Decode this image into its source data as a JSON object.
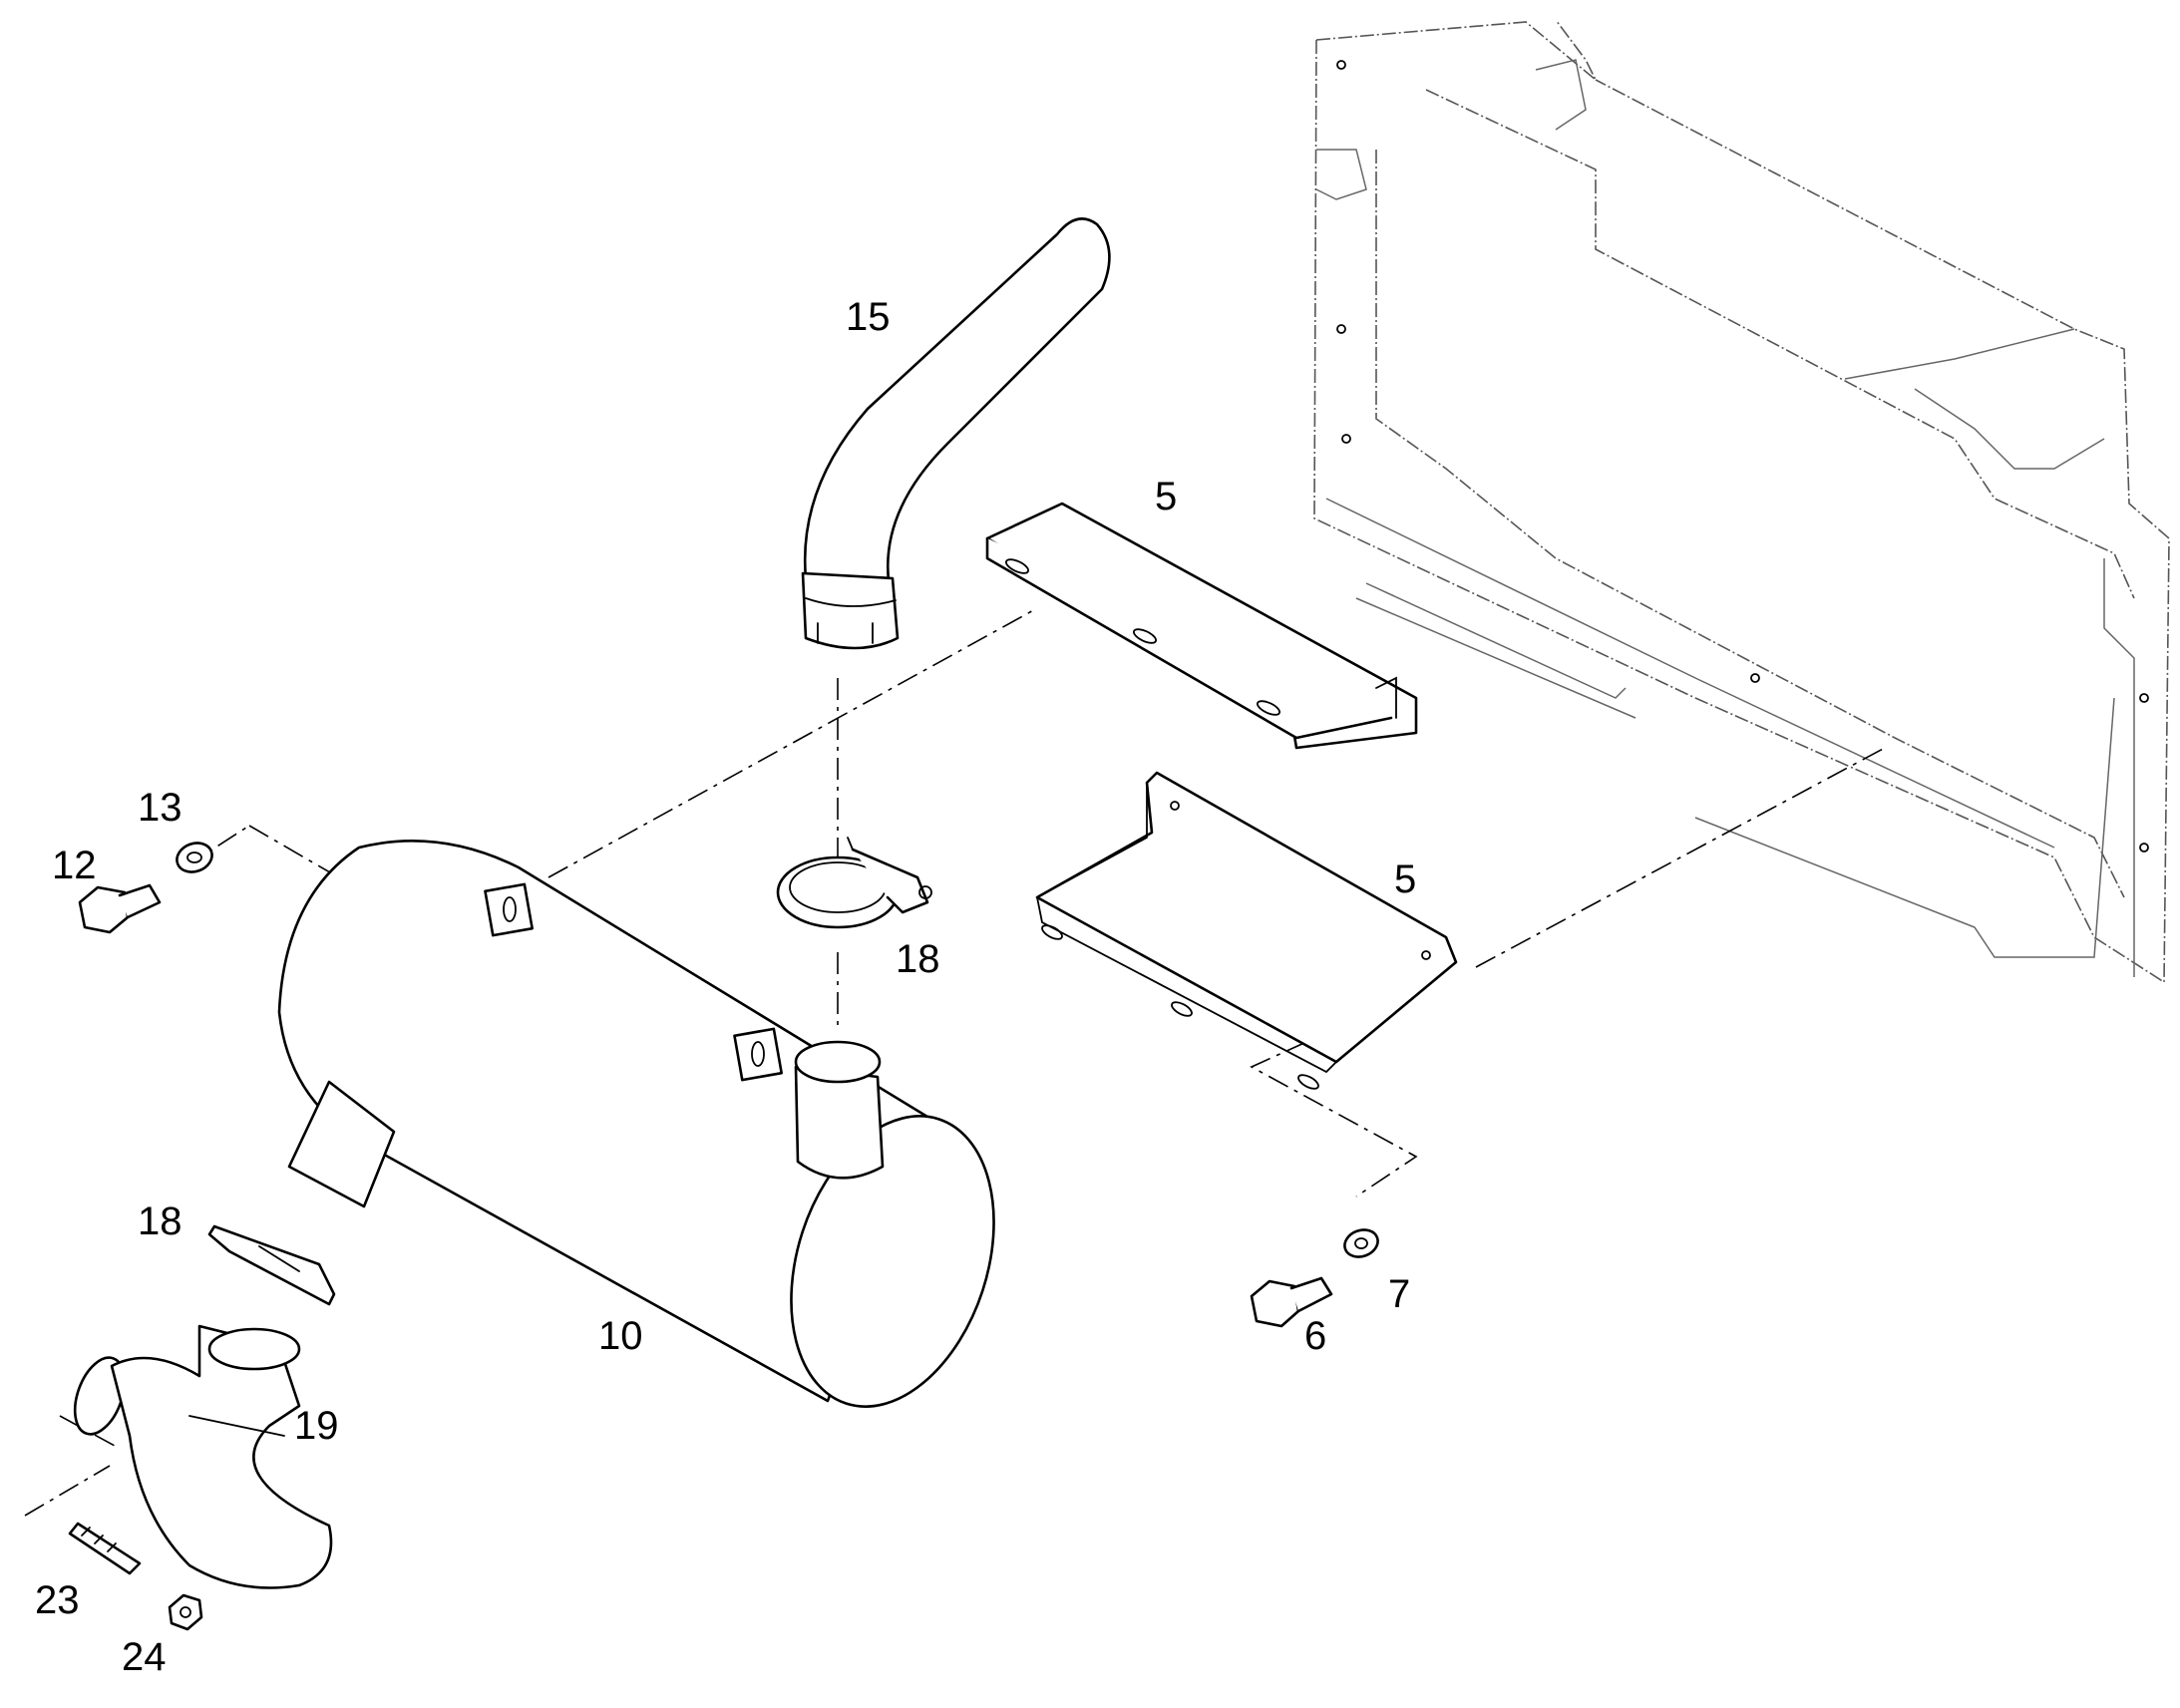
{
  "diagram": {
    "parts": [
      {
        "id": "frame",
        "name": "machine frame"
      },
      {
        "id": "p5a",
        "callout": "5"
      },
      {
        "id": "p5b",
        "callout": "5"
      },
      {
        "id": "p6",
        "callout": "6"
      },
      {
        "id": "p7",
        "callout": "7"
      },
      {
        "id": "p10",
        "callout": "10"
      },
      {
        "id": "p12",
        "callout": "12"
      },
      {
        "id": "p13",
        "callout": "13"
      },
      {
        "id": "p15",
        "callout": "15"
      },
      {
        "id": "p18a",
        "callout": "18"
      },
      {
        "id": "p18b",
        "callout": "18"
      },
      {
        "id": "p19",
        "callout": "19"
      },
      {
        "id": "p23",
        "callout": "23"
      },
      {
        "id": "p24",
        "callout": "24"
      }
    ]
  },
  "colors": {
    "line": "#000000",
    "background": "#ffffff",
    "frame": "#555555"
  }
}
